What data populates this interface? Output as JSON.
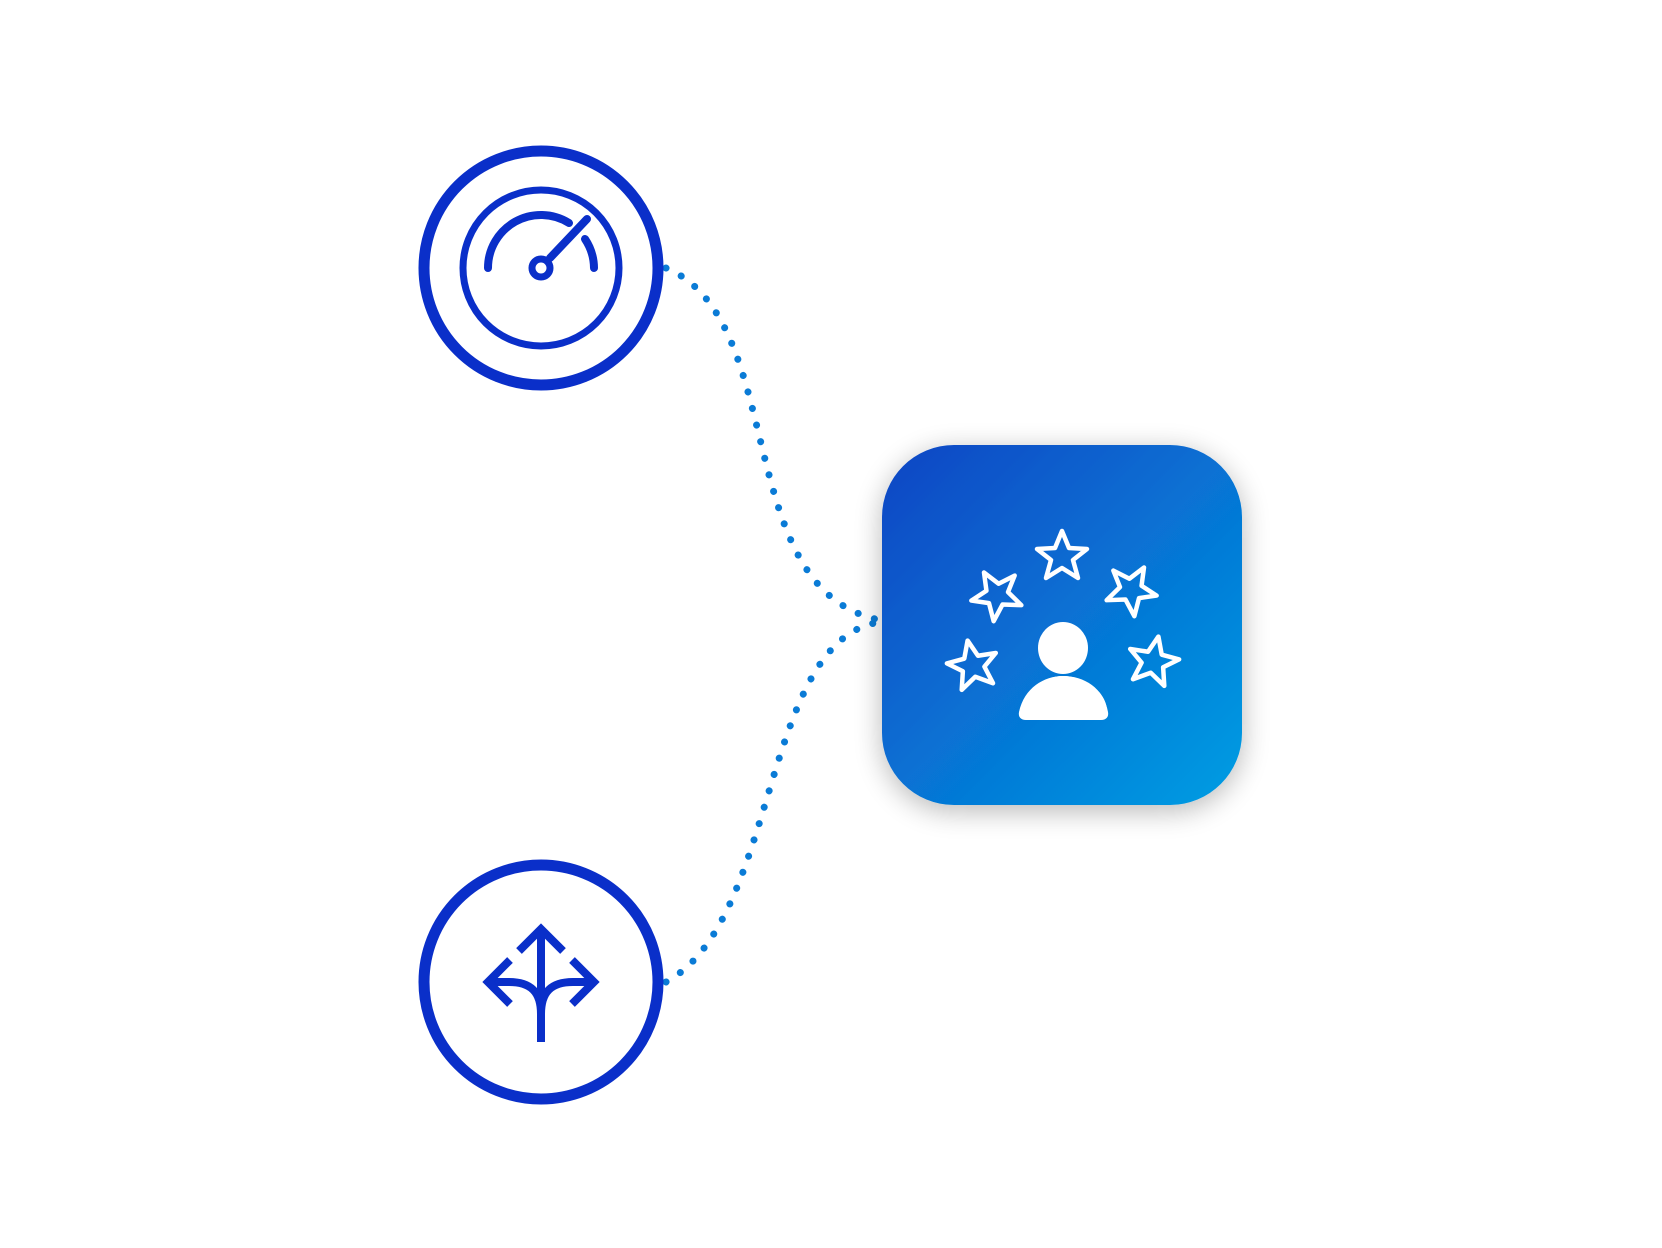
{
  "colors": {
    "background": "#ffffff",
    "icon_stroke": "#0a2fc9",
    "connector": "#0a7bd6",
    "card_gradient_start": "#0d45c4",
    "card_gradient_end": "#019ee3",
    "card_icon": "#ffffff"
  },
  "nodes": [
    {
      "id": "speedometer",
      "icon": "speedometer-icon",
      "shape": "circle"
    },
    {
      "id": "split-arrows",
      "icon": "split-arrows-icon",
      "shape": "circle"
    },
    {
      "id": "experience",
      "icon": "person-stars-icon",
      "shape": "rounded-square"
    }
  ],
  "connections": [
    {
      "from": "speedometer",
      "to": "experience",
      "style": "dotted"
    },
    {
      "from": "split-arrows",
      "to": "experience",
      "style": "dotted"
    }
  ]
}
